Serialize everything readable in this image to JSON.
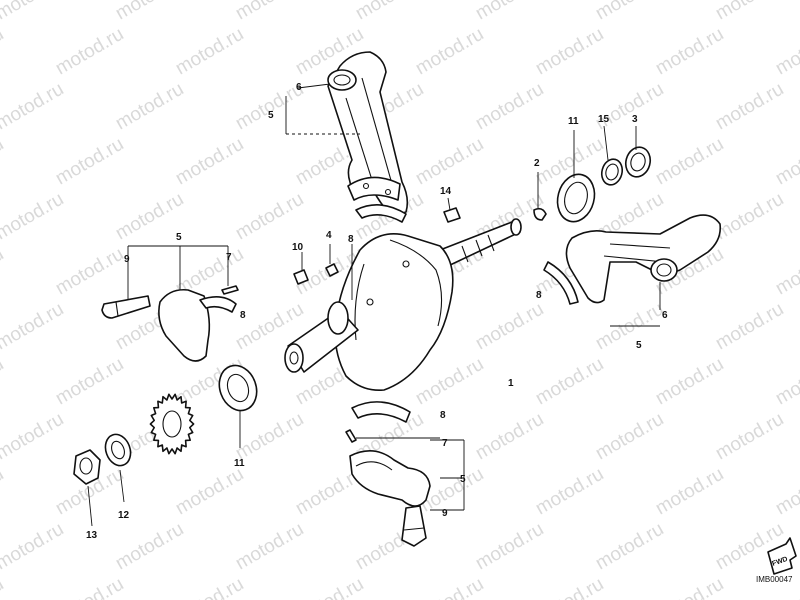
{
  "diagram": {
    "watermark": "motod.ru",
    "reference_code": "IMB00047",
    "fwd_label": "FWD",
    "callouts": {
      "crankshaft": "1",
      "ball_plug": "2",
      "sealing_ring": "3",
      "dowel_pin": "4",
      "rod_top_right": "5",
      "rod_left_cap": "5",
      "rod_bottom_cap": "5",
      "rod_right": "5",
      "bushing_top": "6",
      "bushing_right": "6",
      "pin_left": "7",
      "pin_bottom": "7",
      "shell_top": "8",
      "shell_left": "8",
      "shell_right": "8",
      "shell_bottom": "8",
      "bolt_left": "9",
      "bolt_bottom": "9",
      "plug_10": "10",
      "thrust_washer_right": "11",
      "thrust_washer_left": "11",
      "washer_12": "12",
      "nut_13": "13",
      "plug_14": "14",
      "circlip_15": "15"
    }
  }
}
